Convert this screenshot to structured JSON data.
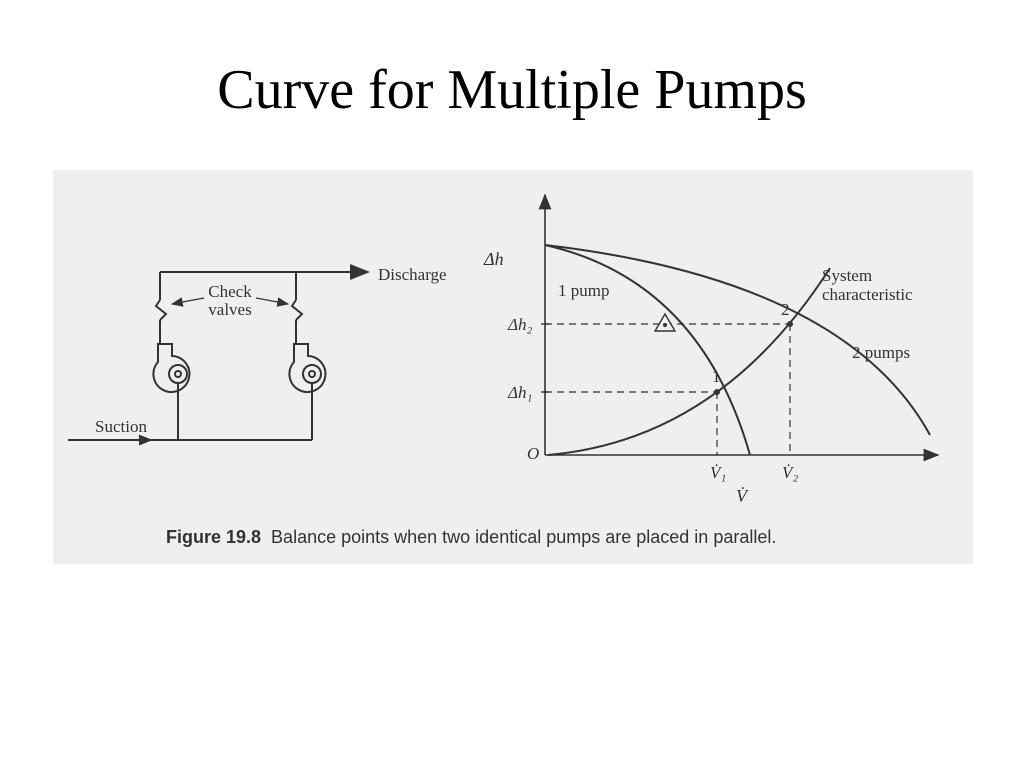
{
  "title": "Curve for Multiple Pumps",
  "schematic": {
    "discharge_label": "Discharge",
    "check_valves_label_line1": "Check",
    "check_valves_label_line2": "valves",
    "suction_label": "Suction"
  },
  "plot": {
    "y_axis_label": "Δh",
    "x_axis_label": "V̇",
    "origin_label": "O",
    "dh2_label": "Δh₂",
    "dh1_label": "Δh₁",
    "v1_label": "V̇₁",
    "v2_label": "V̇₂",
    "curve_1pump_label": "1 pump",
    "curve_2pumps_label": "2 pumps",
    "system_label_line1": "System",
    "system_label_line2": "characteristic",
    "point1_label": "1",
    "point2_label": "2"
  },
  "caption": {
    "figure_number": "Figure 19.8",
    "text": "Balance points when two identical pumps are placed in parallel."
  }
}
